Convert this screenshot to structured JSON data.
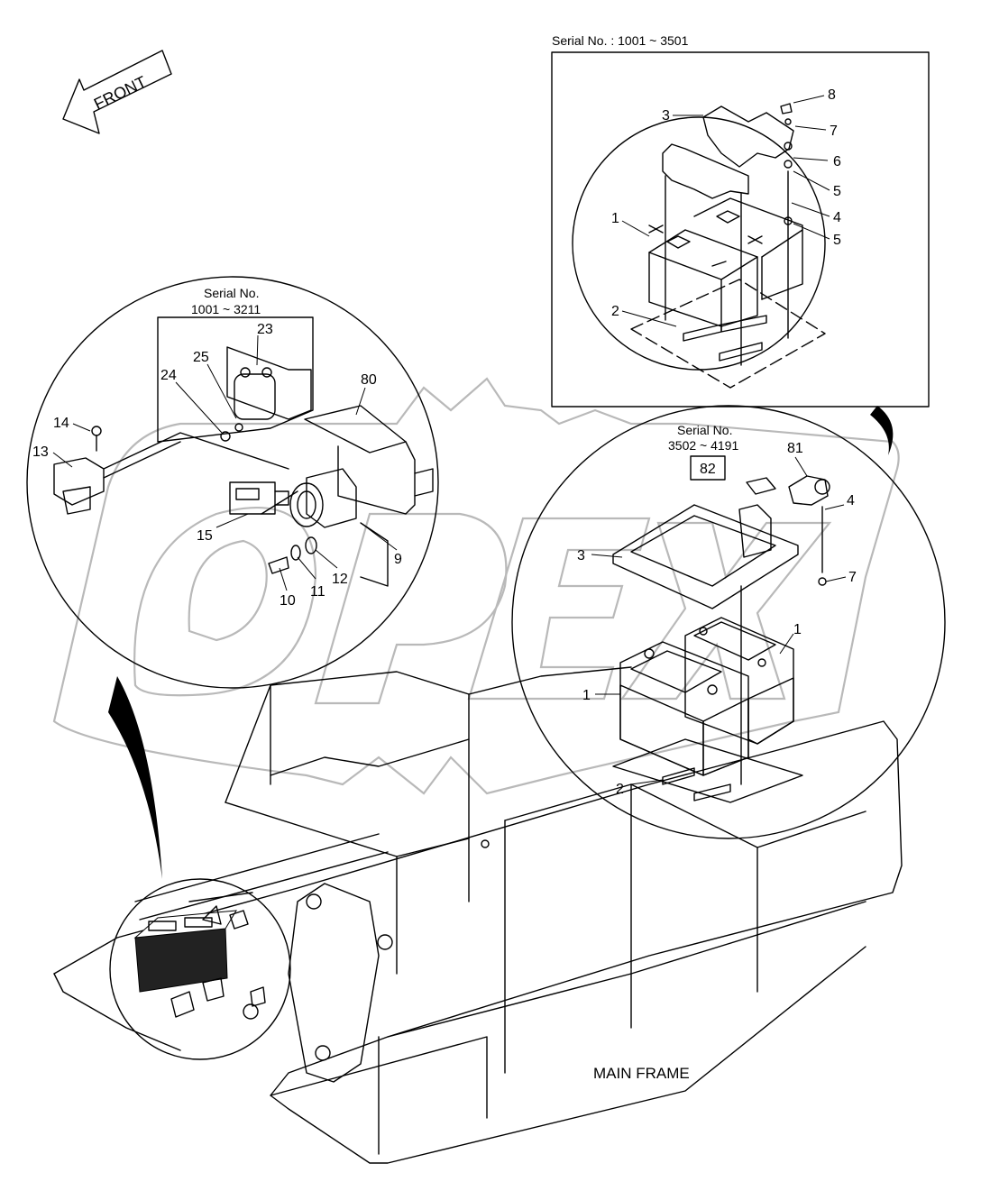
{
  "front_arrow": "FRONT",
  "main_frame_label": "MAIN FRAME",
  "watermark": "OPEX",
  "panel_a": {
    "serial_header": "Serial No. : 1001 ~ 3501",
    "callouts": [
      "1",
      "2",
      "3",
      "4",
      "5",
      "5",
      "6",
      "7",
      "8"
    ]
  },
  "panel_b": {
    "serial_line1": "Serial No.",
    "serial_line2": "1001 ~ 3211",
    "callouts": [
      "9",
      "10",
      "11",
      "12",
      "13",
      "14",
      "15",
      "23",
      "24",
      "25",
      "80"
    ]
  },
  "panel_c": {
    "serial_line1": "Serial No.",
    "serial_line2": "3502 ~ 4191",
    "boxed_callout": "82",
    "callouts": [
      "1",
      "1",
      "2",
      "3",
      "4",
      "7",
      "81"
    ]
  },
  "colors": {
    "line": "#000000",
    "watermark": "#b9b9b9",
    "background": "#ffffff"
  }
}
